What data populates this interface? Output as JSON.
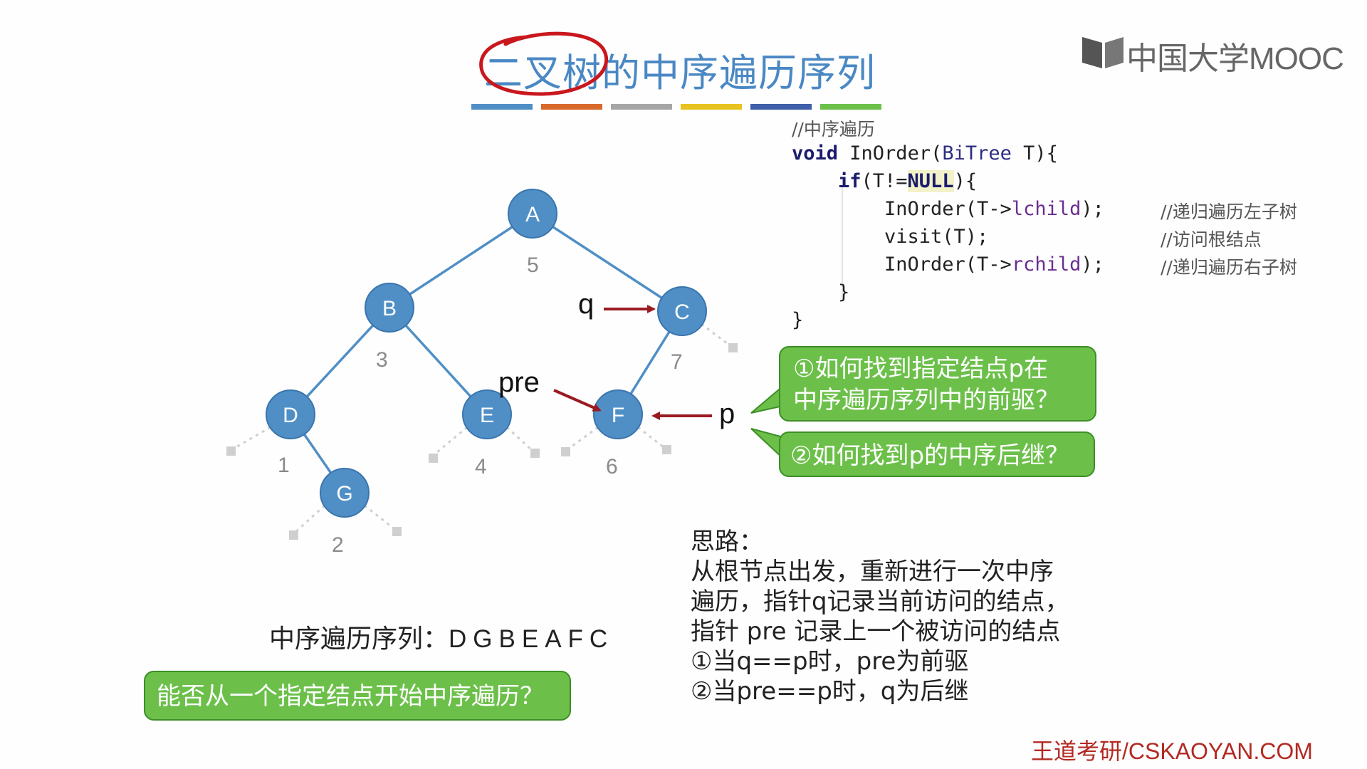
{
  "slide": {
    "title": "二叉树的中序遍历序列",
    "logo_text": "中国大学MOOC",
    "color_bar": [
      "#4f8fc6",
      "#d9692b",
      "#a6a6a6",
      "#e8c31f",
      "#3f5fa8",
      "#6cc04a"
    ]
  },
  "code": {
    "comment": "//中序遍历",
    "kw_void": "void",
    "func_name": " InOrder(",
    "param_type": "BiTree",
    "param_rest": " T){",
    "kw_if": "if",
    "if_cond": "(T!=",
    "null_kw": "NULL",
    "if_close": "){",
    "call_left_a": "InOrder(T->",
    "call_left_field": "lchild",
    "call_left_b": ");",
    "visit": "visit(T);",
    "call_right_a": "InOrder(T->",
    "call_right_field": "rchild",
    "call_right_b": ");",
    "close_inner": "}",
    "close_outer": "}",
    "comment_left": "//递归遍历左子树",
    "comment_visit": "//访问根结点",
    "comment_right": "//递归遍历右子树"
  },
  "tree": {
    "nodes": {
      "A": "A",
      "B": "B",
      "C": "C",
      "D": "D",
      "E": "E",
      "F": "F",
      "G": "G"
    },
    "order_numbers": {
      "A": "5",
      "B": "3",
      "C": "7",
      "D": "1",
      "E": "4",
      "F": "6",
      "G": "2"
    },
    "pointers": {
      "q": "q",
      "pre": "pre",
      "p": "p"
    }
  },
  "questions": {
    "q1_line1": "①如何找到指定结点p在",
    "q1_line2": "中序遍历序列中的前驱？",
    "q2": "②如何找到p的中序后继？"
  },
  "sequence": {
    "label": "中序遍历序列：",
    "value": "DGBEAFC"
  },
  "bottom_bubble": "能否从一个指定结点开始中序遍历？",
  "idea": {
    "heading": "思路：",
    "lines": [
      "从根节点出发，重新进行一次中序",
      "遍历，指针q记录当前访问的结点，",
      "指针 pre 记录上一个被访问的结点",
      "①当q==p时，pre为前驱",
      "②当pre==p时，q为后继"
    ]
  },
  "footer": "王道考研/CSKAOYAN.COM"
}
